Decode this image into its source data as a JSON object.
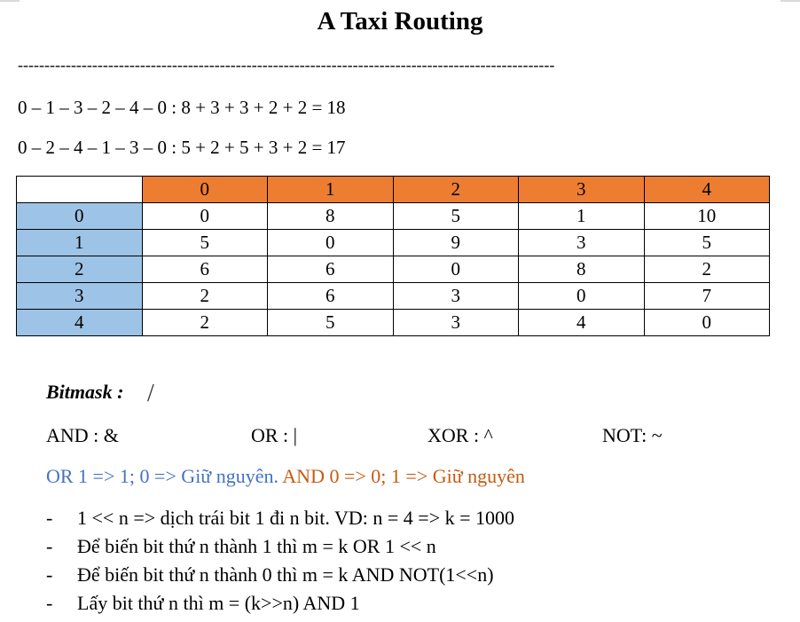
{
  "title": "A Taxi Routing",
  "separator": "-----------------------------------------------------------------------------------------------------",
  "routes": [
    "0 – 1 – 3 – 2 – 4 – 0 : 8 + 3 + 3 + 2 + 2 = 18",
    "0 – 2 – 4 – 1 – 3 – 0 : 5 + 2 + 5 + 3 + 2 = 17"
  ],
  "matrix": {
    "headers": [
      "0",
      "1",
      "2",
      "3",
      "4"
    ],
    "rows": [
      {
        "label": "0",
        "cells": [
          "0",
          "8",
          "5",
          "1",
          "10"
        ]
      },
      {
        "label": "1",
        "cells": [
          "5",
          "0",
          "9",
          "3",
          "5"
        ]
      },
      {
        "label": "2",
        "cells": [
          "6",
          "6",
          "0",
          "8",
          "2"
        ]
      },
      {
        "label": "3",
        "cells": [
          "2",
          "6",
          "3",
          "0",
          "7"
        ]
      },
      {
        "label": "4",
        "cells": [
          "2",
          "5",
          "3",
          "4",
          "0"
        ]
      }
    ],
    "header_color": "#ED7D31",
    "row_label_color": "#9DC3E6"
  },
  "bitmask": {
    "title": "Bitmask :",
    "cursor": "/",
    "operators": {
      "and": "AND : &",
      "or": "OR : |",
      "xor": "XOR : ^",
      "not": "NOT: ~"
    },
    "or_rule": "OR 1 => 1; 0 => Giữ nguyên.",
    "and_rule": "AND 0 => 0; 1 => Giữ nguyên",
    "or_rule_color": "#4472C4",
    "and_rule_color": "#C55A11",
    "notes": [
      "1 << n => dịch trái bit 1 đi n bit. VD: n = 4 => k = 1000",
      "Để biến bit thứ n thành 1 thì m = k OR 1 << n",
      "Để biến bit thứ n thành 0 thì m = k AND NOT(1<<n)",
      "Lấy bit thứ n thì m = (k>>n) AND 1"
    ],
    "bullet": "-"
  }
}
